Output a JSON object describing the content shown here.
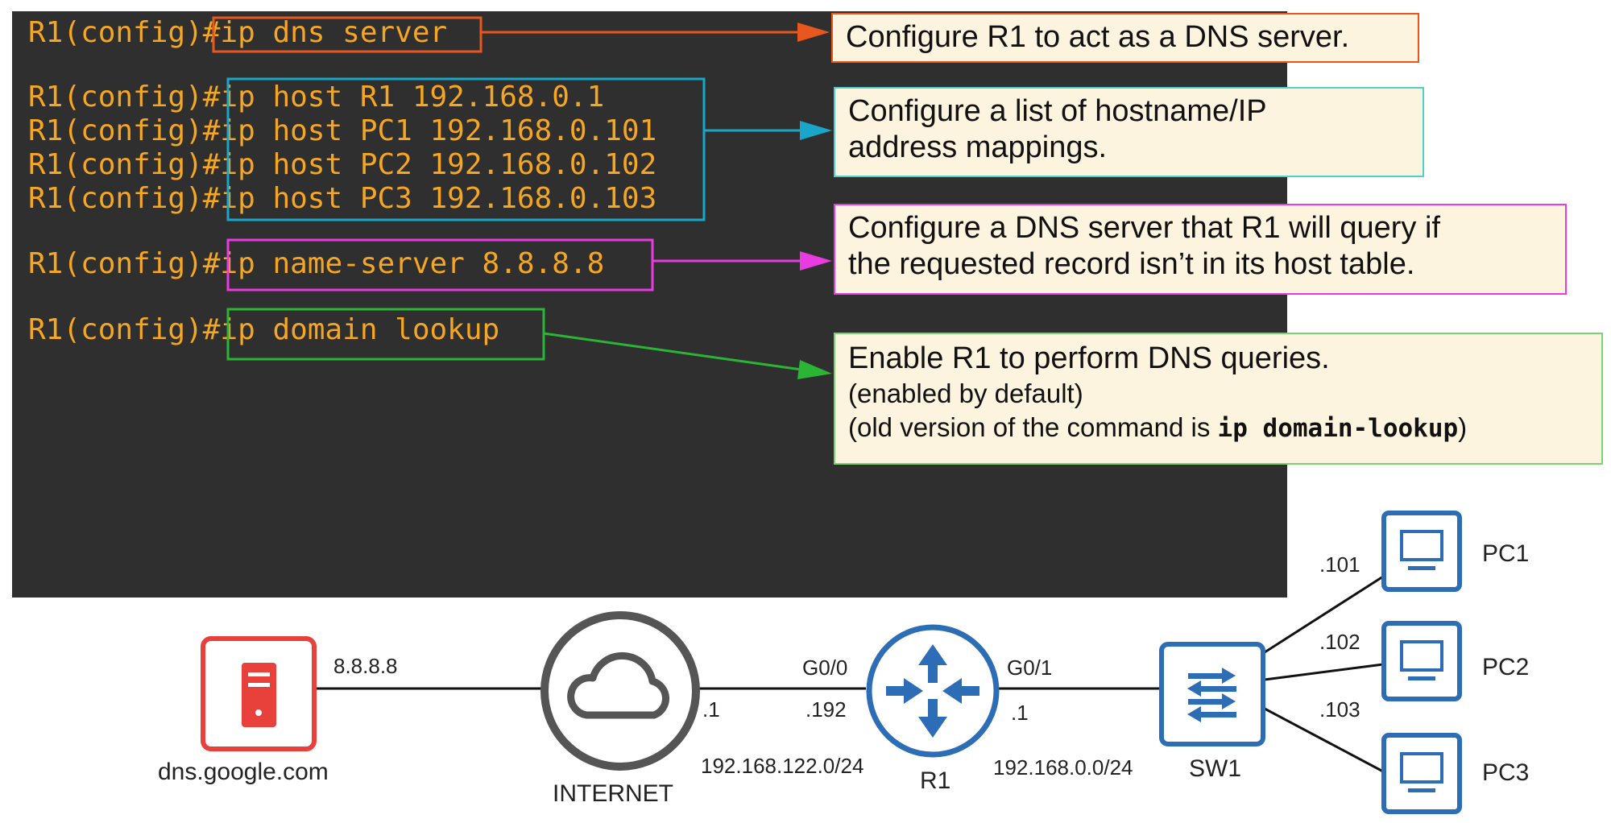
{
  "terminal": {
    "lines": [
      {
        "prompt": "R1(config)#",
        "command": "ip dns server"
      },
      {
        "prompt": "R1(config)#",
        "command": "ip host R1 192.168.0.1"
      },
      {
        "prompt": "R1(config)#",
        "command": "ip host PC1 192.168.0.101"
      },
      {
        "prompt": "R1(config)#",
        "command": "ip host PC2 192.168.0.102"
      },
      {
        "prompt": "R1(config)#",
        "command": "ip host PC3 192.168.0.103"
      },
      {
        "prompt": "R1(config)#",
        "command": "ip name-server 8.8.8.8"
      },
      {
        "prompt": "R1(config)#",
        "command": "ip domain lookup"
      }
    ]
  },
  "notes": {
    "dns_server": "Configure R1 to act as a DNS server.",
    "host_mappings_line1": "Configure a list of hostname/IP",
    "host_mappings_line2": "address mappings.",
    "name_server_line1": "Configure a DNS server that R1 will query if",
    "name_server_line2": "the requested record isn’t in its host table.",
    "domain_lookup_line1": "Enable R1 to perform DNS queries.",
    "domain_lookup_line2": "(enabled by default)",
    "domain_lookup_line3_prefix": "(old version of the command is ",
    "domain_lookup_line3_code": "ip domain-lookup",
    "domain_lookup_line3_suffix": ")"
  },
  "colors": {
    "orange": "#e8571e",
    "cyan": "#19a7c9",
    "magenta": "#e83be0",
    "green": "#2bb534",
    "command_text": "#f5a623",
    "device_blue": "#2d6db5",
    "dns_red": "#e8403a",
    "cloud_gray": "#555555"
  },
  "topology": {
    "dns_server": {
      "name": "dns.google.com",
      "ip": "8.8.8.8",
      "icon": "server-icon"
    },
    "internet": {
      "name": "INTERNET",
      "ip": ".1",
      "icon": "cloud-icon"
    },
    "router": {
      "name": "R1",
      "port_wan": "G0/0",
      "ip_wan": ".192",
      "port_lan": "G0/1",
      "ip_lan": ".1",
      "icon": "router-icon"
    },
    "wan_subnet": "192.168.122.0/24",
    "lan_subnet": "192.168.0.0/24",
    "switch": {
      "name": "SW1",
      "icon": "switch-icon"
    },
    "pcs": [
      {
        "name": "PC1",
        "ip": ".101",
        "icon": "pc-icon"
      },
      {
        "name": "PC2",
        "ip": ".102",
        "icon": "pc-icon"
      },
      {
        "name": "PC3",
        "ip": ".103",
        "icon": "pc-icon"
      }
    ]
  }
}
